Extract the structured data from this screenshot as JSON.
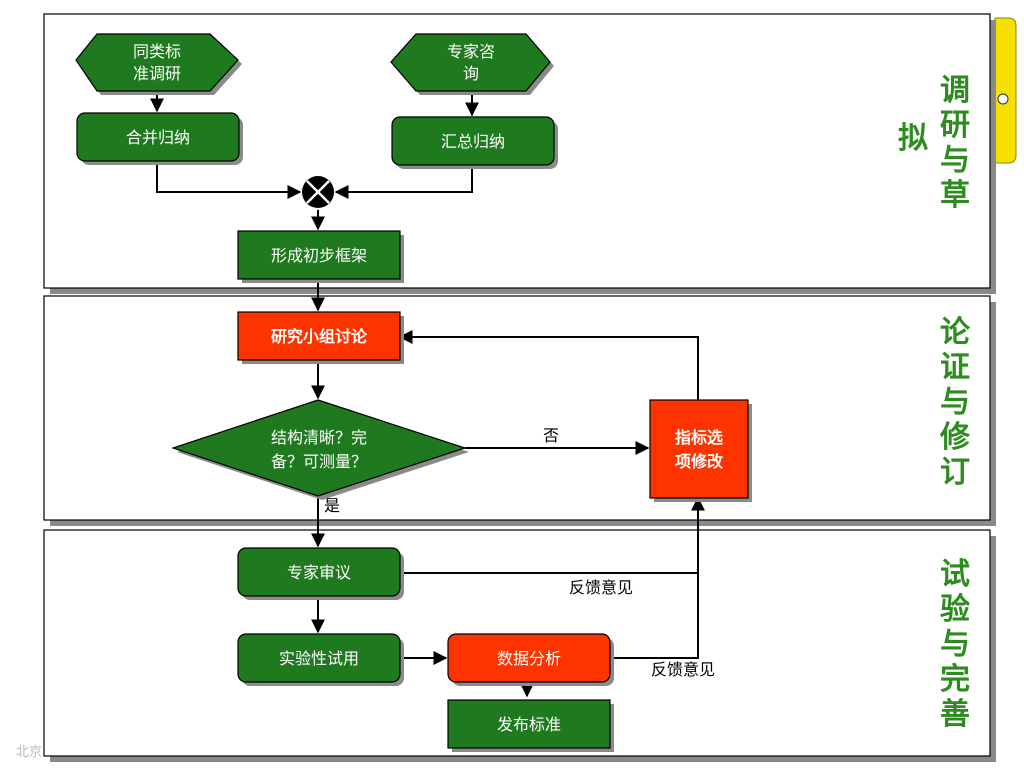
{
  "stages": [
    {
      "label": "调研与草拟"
    },
    {
      "label": "论证与修订"
    },
    {
      "label": "试验与完善"
    }
  ],
  "nodes": {
    "peer_research": {
      "lines": [
        "同类标",
        "准调研"
      ]
    },
    "expert_consult": {
      "lines": [
        "专家咨",
        "询"
      ]
    },
    "merge_summarize": {
      "lines": [
        "合并归纳"
      ]
    },
    "collect_summarize": {
      "lines": [
        "汇总归纳"
      ]
    },
    "initial_framework": {
      "lines": [
        "形成初步框架"
      ]
    },
    "group_discussion": {
      "lines": [
        "研究小组讨论"
      ]
    },
    "decision": {
      "lines": [
        "结构清晰？完",
        "备？可测量？"
      ]
    },
    "indicator_revision": {
      "lines": [
        "指标选",
        "项修改"
      ]
    },
    "expert_review": {
      "lines": [
        "专家审议"
      ]
    },
    "trial_use": {
      "lines": [
        "实验性试用"
      ]
    },
    "data_analysis": {
      "lines": [
        "数据分析"
      ]
    },
    "publish_standard": {
      "lines": [
        "发布标准"
      ]
    }
  },
  "edge_labels": {
    "no": "否",
    "yes": "是",
    "feedback1": "反馈意见",
    "feedback2": "反馈意见"
  },
  "footer": {
    "text": "北京"
  },
  "colors": {
    "green": "#1f7a1f",
    "red": "#ff3300",
    "stage_text": "#2d8c1e",
    "tab": "#f5e000"
  }
}
